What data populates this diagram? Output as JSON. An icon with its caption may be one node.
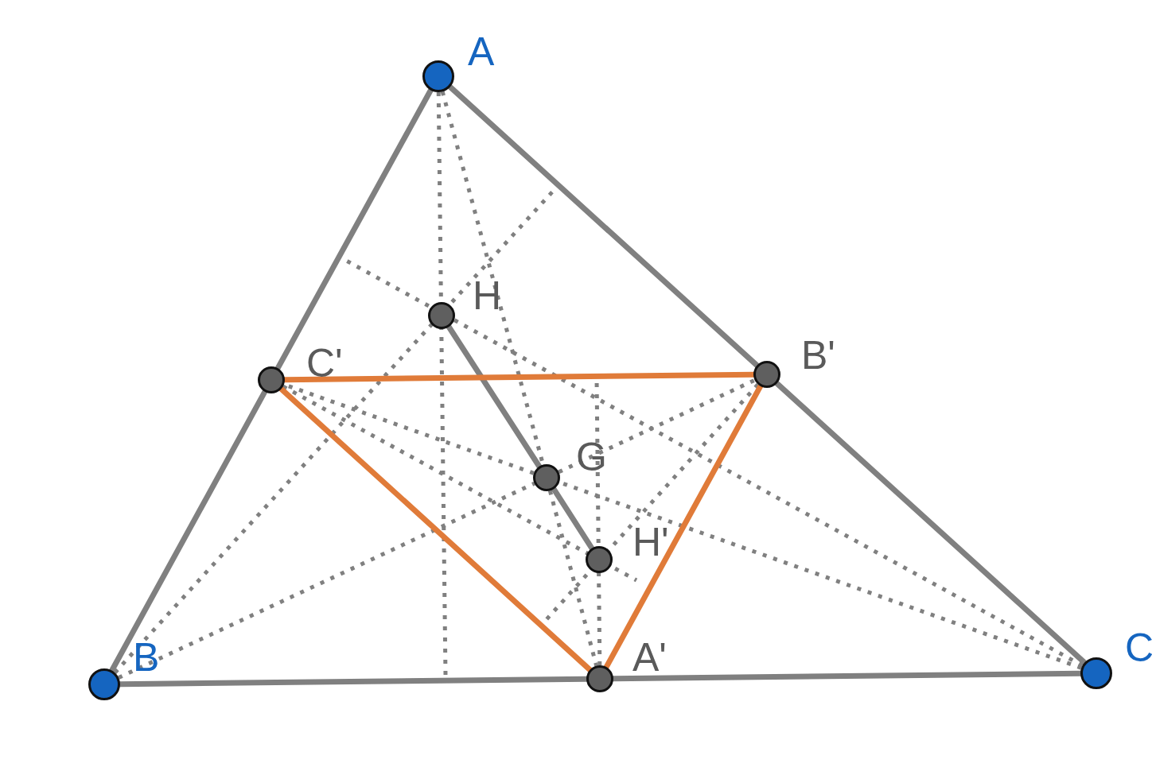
{
  "diagram": {
    "nodes": [
      {
        "text": [
          "A"
        ]
      },
      {
        "text": [
          "B"
        ]
      },
      {
        "text": [
          "C"
        ]
      },
      {
        "text": [
          "A'"
        ]
      },
      {
        "text": [
          "B'"
        ]
      },
      {
        "text": [
          "C'"
        ]
      },
      {
        "text": [
          "H"
        ]
      },
      {
        "text": [
          "G"
        ]
      },
      {
        "text": [
          "H'"
        ]
      }
    ],
    "edges": [
      {
        "from": 0,
        "to": 5,
        "arrow": "none"
      },
      {
        "from": 5,
        "to": 1,
        "arrow": "none"
      },
      {
        "from": 1,
        "to": 3,
        "arrow": "none"
      },
      {
        "from": 3,
        "to": 2,
        "arrow": "none"
      },
      {
        "from": 2,
        "to": 4,
        "arrow": "none"
      },
      {
        "from": 4,
        "to": 0,
        "arrow": "none"
      },
      {
        "from": 5,
        "to": 4,
        "arrow": "none",
        "color": "#e07b39"
      },
      {
        "from": 4,
        "to": 3,
        "arrow": "none",
        "color": "#e07b39"
      },
      {
        "from": 3,
        "to": 5,
        "arrow": "none",
        "color": "#e07b39"
      },
      {
        "from": 6,
        "to": 7,
        "arrow": "none"
      },
      {
        "from": 7,
        "to": 8,
        "arrow": "none"
      },
      {
        "from": 0,
        "to": null,
        "arrow": "none",
        "style": "dashed"
      },
      {
        "from": 1,
        "to": null,
        "arrow": "none",
        "style": "dashed"
      },
      {
        "from": 2,
        "to": null,
        "arrow": "none",
        "style": "dashed"
      },
      {
        "from": 0,
        "to": 7,
        "arrow": "none",
        "style": "dashed"
      },
      {
        "from": 7,
        "to": 3,
        "arrow": "none",
        "style": "dashed"
      },
      {
        "from": 1,
        "to": 7,
        "arrow": "none",
        "style": "dashed"
      },
      {
        "from": 7,
        "to": 4,
        "arrow": "none",
        "style": "dashed"
      },
      {
        "from": 2,
        "to": 7,
        "arrow": "none",
        "style": "dashed"
      },
      {
        "from": 7,
        "to": 5,
        "arrow": "none",
        "style": "dashed"
      },
      {
        "from": 3,
        "to": null,
        "arrow": "none",
        "style": "dashed"
      },
      {
        "from": 4,
        "to": null,
        "arrow": "none",
        "style": "dashed"
      },
      {
        "from": 5,
        "to": null,
        "arrow": "none",
        "style": "dashed"
      }
    ]
  }
}
